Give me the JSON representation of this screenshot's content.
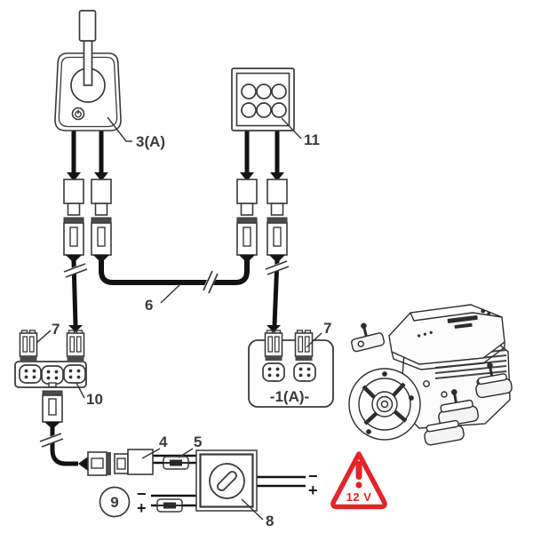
{
  "labels": {
    "control_head": "3(A)",
    "connector_panel": "11",
    "extension_cable": "6",
    "connector_7_left": "7",
    "connector_7_right": "7",
    "connector_hub": "10",
    "engine_unit": "-1(A)-",
    "connector_4": "4",
    "fuse_5": "5",
    "main_switch": "8",
    "battery": "9",
    "warning_voltage": "12 V",
    "switch_out_minus": "−",
    "switch_out_plus": "+",
    "battery_minus": "−",
    "battery_plus": "+"
  },
  "colors": {
    "wire": "#121212",
    "outline": "#3a3a3a",
    "label_text": "#3a3a3a",
    "warning_red": "#e2252b"
  },
  "icons": {
    "power_button": "power-icon",
    "warning": "exclamation-triangle-icon"
  }
}
